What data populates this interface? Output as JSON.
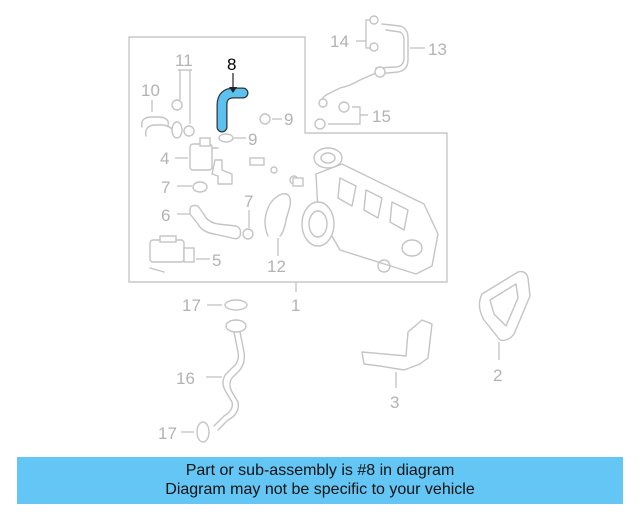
{
  "diagram": {
    "callouts": {
      "c1": "1",
      "c2": "2",
      "c3": "3",
      "c4": "4",
      "c5": "5",
      "c6": "6",
      "c7a": "7",
      "c7b": "7",
      "c8": "8",
      "c9a": "9",
      "c9b": "9",
      "c10": "10",
      "c11": "11",
      "c12": "12",
      "c13": "13",
      "c14": "14",
      "c15": "15",
      "c16": "16",
      "c17a": "17",
      "c17b": "17"
    },
    "highlight_color": "#5bc2ef",
    "line_color": "#c4c4c4"
  },
  "banner": {
    "line1": "Part or sub-assembly is #8 in diagram",
    "line2": "Diagram may not be specific to your vehicle",
    "background": "#64c6f4"
  }
}
